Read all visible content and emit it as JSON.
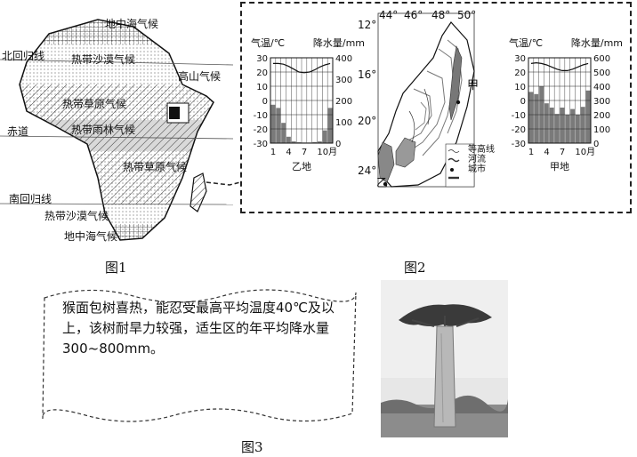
{
  "fig1": {
    "caption": "图1",
    "labels": {
      "mediterranean_n": "地中海气候",
      "tropic_cancer": "北回归线",
      "desert_n": "热带沙漠气候",
      "highland": "高山气候",
      "savanna_n": "热带草原气候",
      "equator": "赤道",
      "rainforest": "热带雨林气候",
      "savanna_s": "热带草原气候",
      "tropic_capricorn": "南回归线",
      "desert_s": "热带沙漠气候",
      "mediterranean_s": "地中海气候"
    }
  },
  "fig2": {
    "caption": "图2",
    "map": {
      "lon_labels": [
        "44°",
        "46°",
        "48°",
        "50°"
      ],
      "lat_labels": [
        "12°",
        "16°",
        "20°",
        "24°"
      ],
      "point_jia": "甲",
      "point_yi": "乙",
      "legend": [
        "等高线",
        "河流",
        "城市"
      ]
    }
  },
  "fig3": {
    "caption": "图3",
    "text": "猴面包树喜热，能忍受最高平均温度40℃及以上，该树耐旱力较强，适生区的年平均降水量300~800mm。"
  },
  "chart_data": [
    {
      "type": "bar",
      "title": "乙地",
      "ylabel": "气温/℃",
      "y2label": "降水量/mm",
      "x_ticks": [
        "1",
        "4",
        "7",
        "10月"
      ],
      "ylim": [
        -30,
        30
      ],
      "y_ticks": [
        30,
        20,
        10,
        0,
        -10,
        -20,
        -30
      ],
      "y2lim": [
        0,
        400
      ],
      "y2_ticks": [
        400,
        300,
        200,
        100,
        0
      ],
      "series": [
        {
          "values": [
            180,
            165,
            95,
            30,
            8,
            4,
            3,
            3,
            5,
            8,
            60,
            165
          ]
        },
        {
          "values": [
            26,
            26,
            25.5,
            24,
            22,
            20,
            19.5,
            20,
            21.5,
            23.5,
            25,
            26
          ]
        }
      ]
    },
    {
      "type": "bar",
      "title": "甲地",
      "ylabel": "气温/℃",
      "y2label": "降水量/mm",
      "x_ticks": [
        "1",
        "4",
        "7",
        "10月"
      ],
      "ylim": [
        -30,
        30
      ],
      "y_ticks": [
        30,
        20,
        10,
        0,
        -10,
        -20,
        -30
      ],
      "y2lim": [
        0,
        600
      ],
      "y2_ticks": [
        600,
        500,
        400,
        300,
        200,
        100,
        0
      ],
      "series": [
        {
          "values": [
            360,
            345,
            400,
            280,
            250,
            205,
            250,
            200,
            240,
            200,
            255,
            370
          ]
        },
        {
          "values": [
            26,
            26.5,
            26,
            25,
            23.5,
            22,
            21,
            21,
            22,
            23.5,
            25,
            26
          ]
        }
      ]
    }
  ]
}
